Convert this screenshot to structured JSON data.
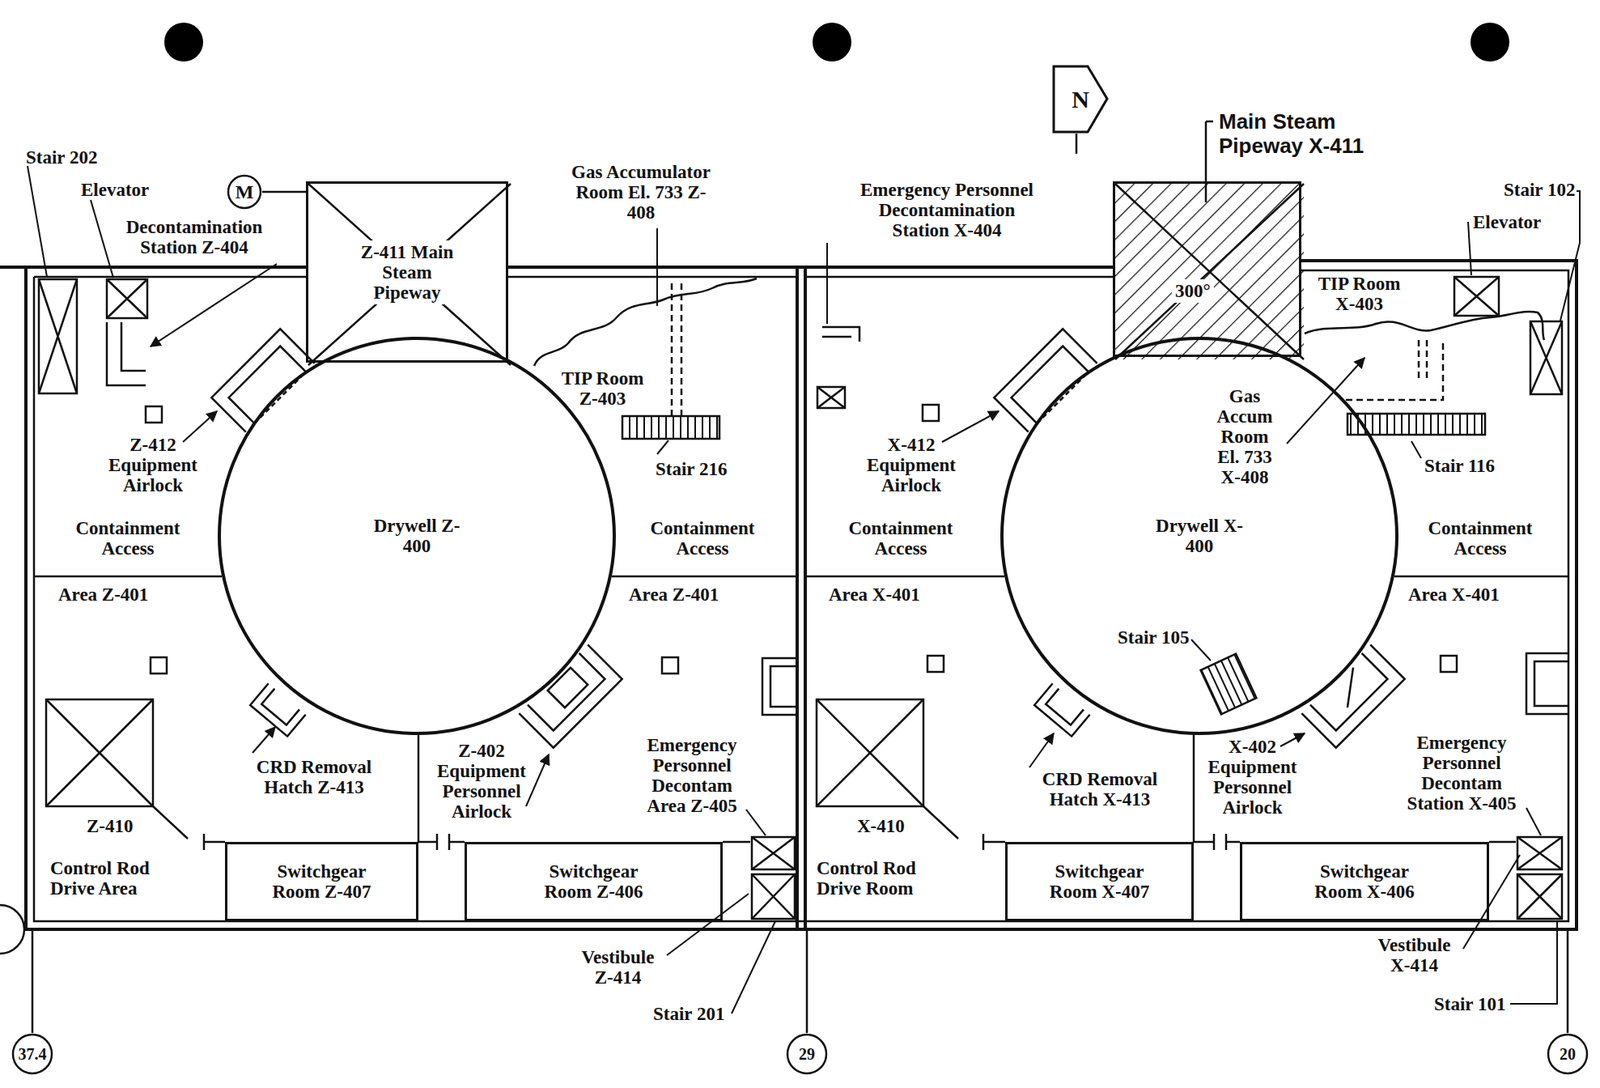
{
  "diagram": {
    "nodes": [
      {
        "text": [
          "N"
        ]
      },
      {
        "text": [
          "M"
        ]
      },
      {
        "text": [
          "Z-411 Main Steam Pipeway"
        ]
      },
      {
        "text": [
          "Main Steam Pipeway X-411",
          "300°"
        ]
      },
      {
        "text": [
          "Drywell Z-400"
        ]
      },
      {
        "text": [
          "Drywell X-400"
        ]
      },
      {
        "text": [
          "Switchgear Room Z-407"
        ]
      },
      {
        "text": [
          "Switchgear Room Z-406"
        ]
      },
      {
        "text": [
          "Switchgear Room X-407"
        ]
      },
      {
        "text": [
          "Switchgear Room X-406"
        ]
      },
      {
        "text": [
          "37.4"
        ]
      },
      {
        "text": [
          "29"
        ]
      },
      {
        "text": [
          "20"
        ]
      }
    ],
    "edges": [
      {
        "from": 1,
        "to": 2,
        "arrow": "none"
      }
    ],
    "labels": [
      "Stair 202",
      "Elevator",
      "Decontamination Station Z-404",
      "Gas Accumulator Room El. 733 Z-408",
      "TIP Room Z-403",
      "Stair 216",
      "Z-412 Equipment Airlock",
      "Containment Access",
      "Area Z-401",
      "Containment Access",
      "Area Z-401",
      "CRD Removal Hatch Z-413",
      "Z-402 Equipment Personnel Airlock",
      "Emergency Personnel Decontam Area Z-405",
      "Z-410",
      "Control Rod Drive Area",
      "Vestibule Z-414",
      "Stair 201",
      "Emergency Personnel Decontamination Station X-404",
      "X-412 Equipment Airlock",
      "Containment Access",
      "Area X-401",
      "Gas Accum Room El. 733 X-408",
      "TIP Room X-403",
      "Stair 102",
      "Elevator",
      "Stair 116",
      "Containment Access",
      "Area X-401",
      "Stair 105",
      "CRD Removal Hatch X-413",
      "X-402 Equipment Personnel Airlock",
      "Emergency Personnel Decontam Station X-405",
      "X-410",
      "Control Rod Drive Room",
      "Vestibule X-414",
      "Stair 101"
    ]
  }
}
